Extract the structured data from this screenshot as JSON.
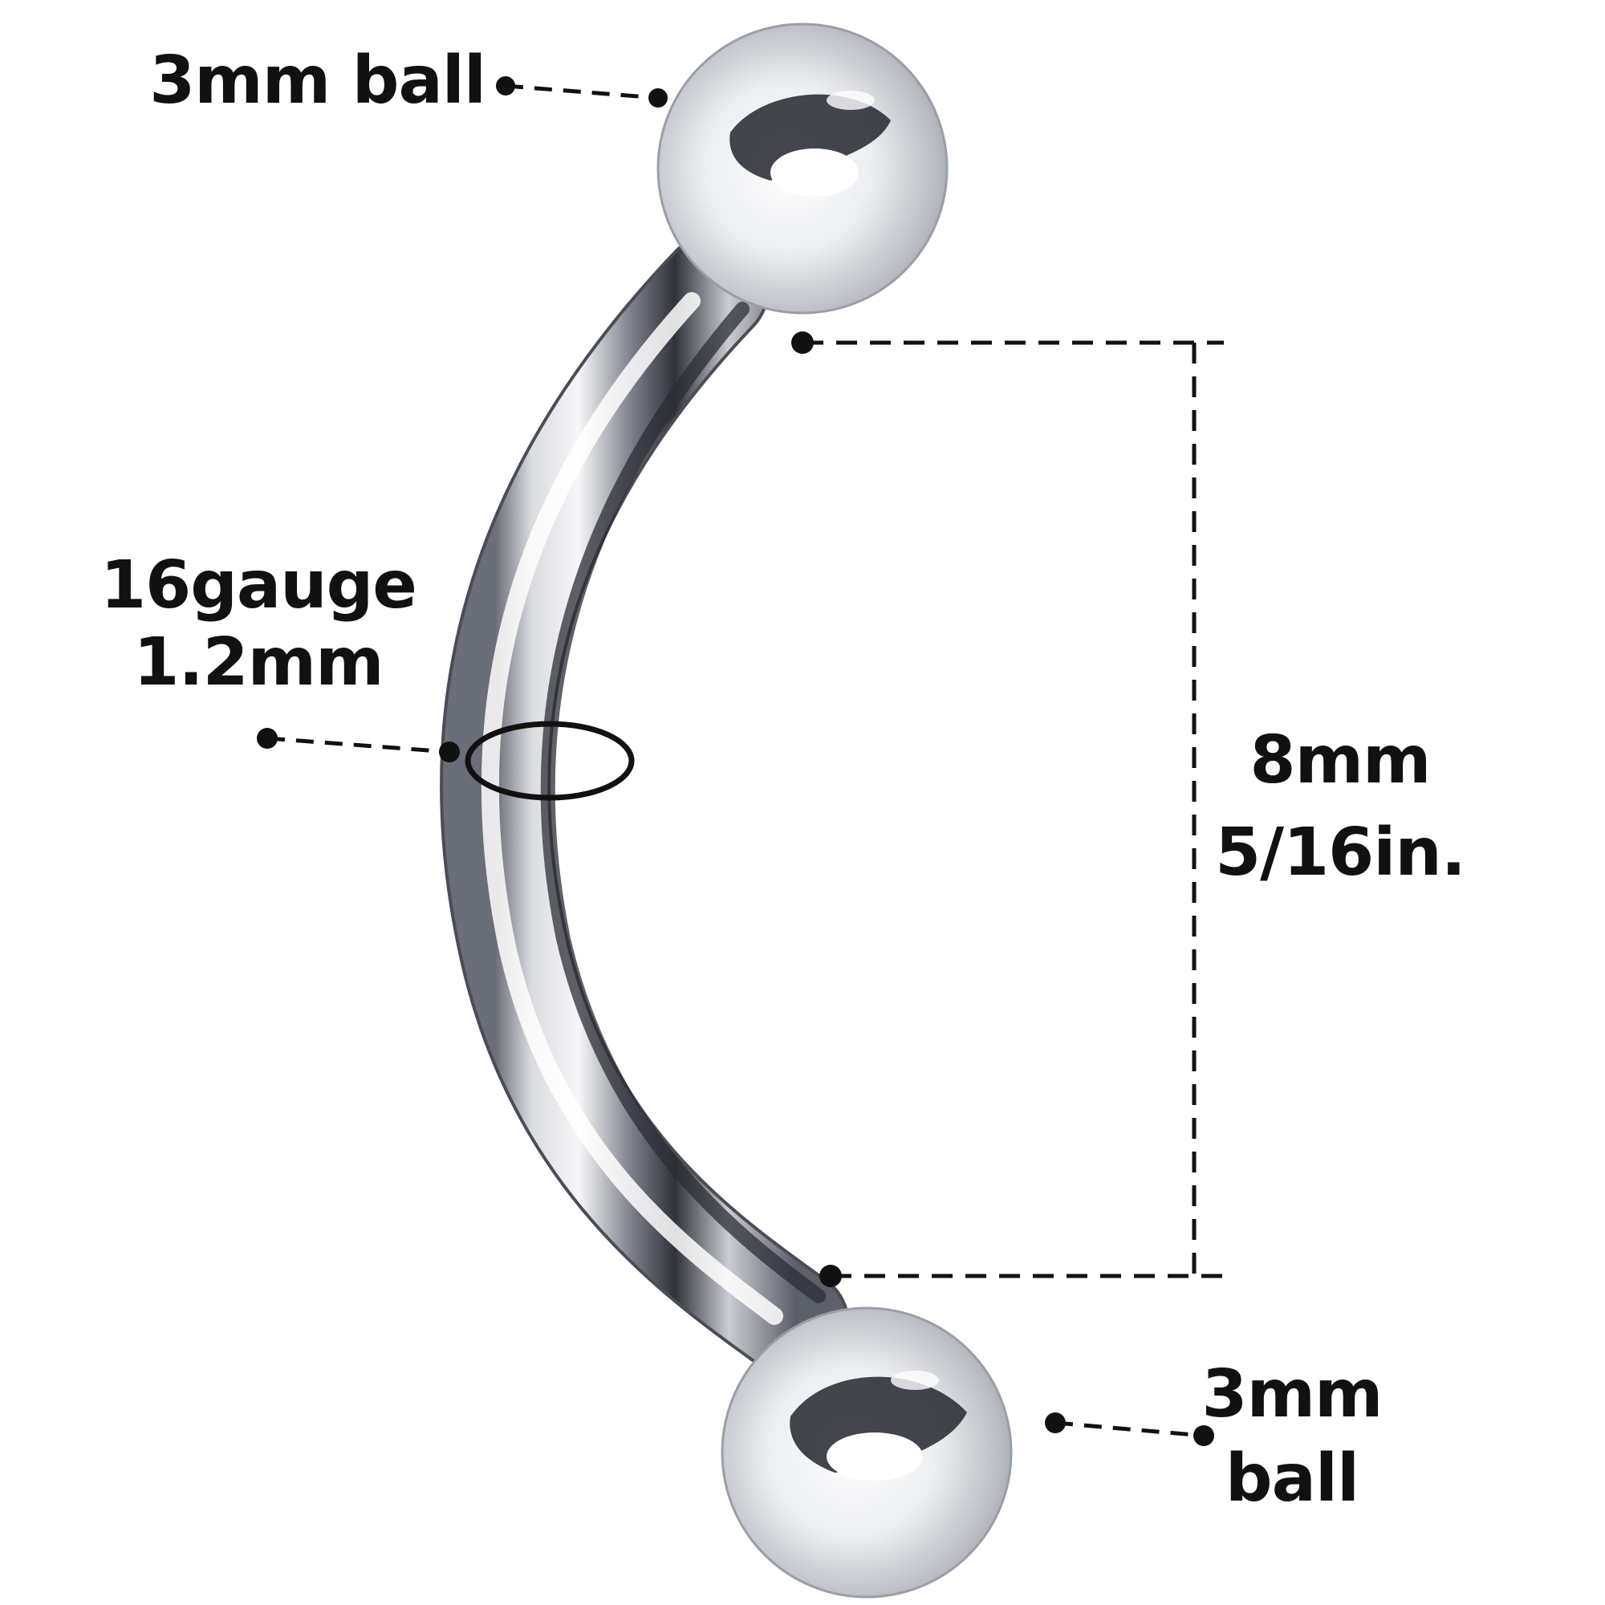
{
  "annotations": {
    "top_ball": "3mm ball",
    "gauge_line1": "16gauge",
    "gauge_line2": "1.2mm",
    "length_line1": "8mm",
    "length_line2": "5/16in.",
    "bottom_ball_line1": "3mm",
    "bottom_ball_line2": "ball"
  },
  "colors": {
    "background": "#ffffff",
    "ink": "#111111",
    "metal_light": "#f4f4f6",
    "metal_mid": "#b9bcc3",
    "metal_dark": "#3c3f48"
  }
}
